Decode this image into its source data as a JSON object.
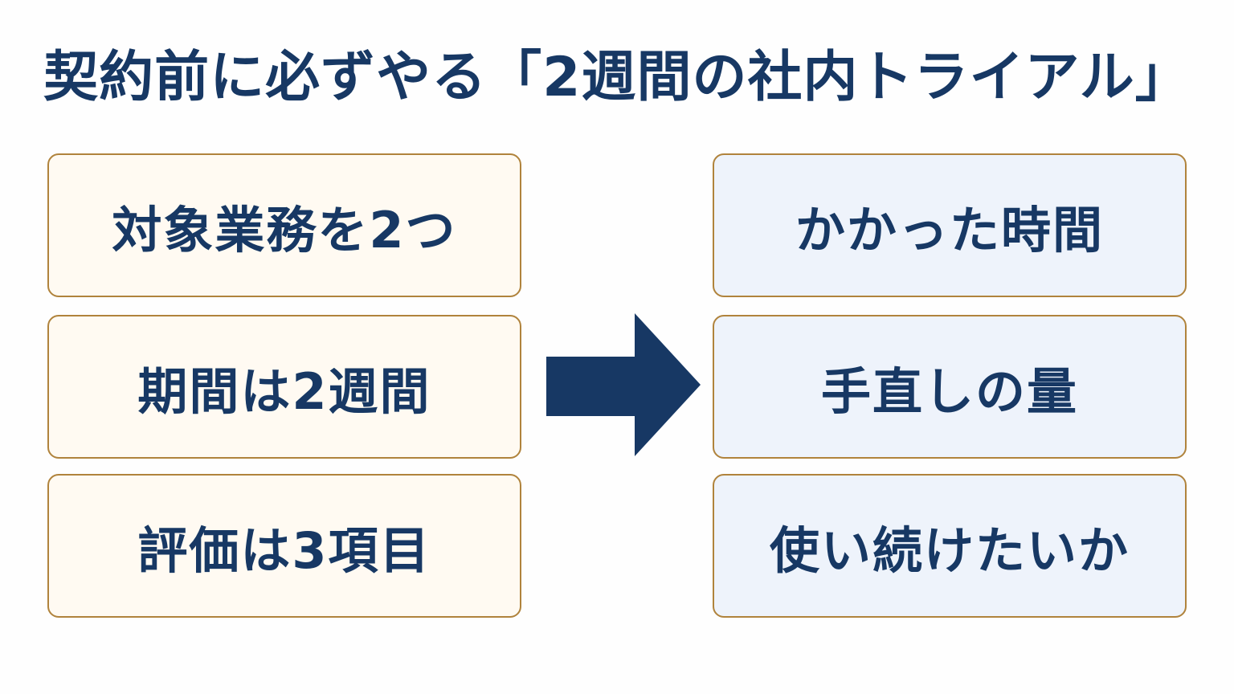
{
  "title": "契約前に必ずやる「2週間の社内トライアル」",
  "left_items": [
    "対象業務を2つ",
    "期間は2週間",
    "評価は3項目"
  ],
  "right_items": [
    "かかった時間",
    "手直しの量",
    "使い続けたいか"
  ],
  "colors": {
    "text": "#173864",
    "arrow": "#173864",
    "card_border": "#b0833c",
    "left_card_bg": "#fffaf2",
    "right_card_bg": "#eef3fb"
  },
  "arrow_icon": "right-arrow-icon"
}
